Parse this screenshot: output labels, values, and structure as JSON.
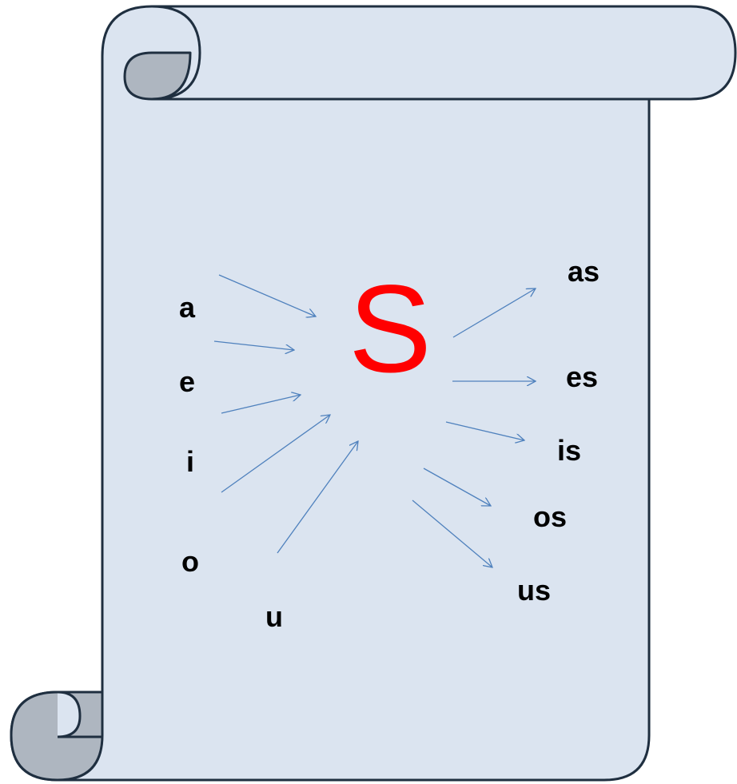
{
  "colors": {
    "scroll_fill": "#dbe4f0",
    "scroll_shade": "#aeb6c0",
    "scroll_outline": "#1f2f40",
    "arrow": "#4f81bd",
    "center_letter": "#ff0000",
    "text": "#000000"
  },
  "center_letter": "S",
  "vowels": [
    "a",
    "e",
    "i",
    "o",
    "u"
  ],
  "endings": [
    "as",
    "es",
    "is",
    "os",
    "us"
  ]
}
